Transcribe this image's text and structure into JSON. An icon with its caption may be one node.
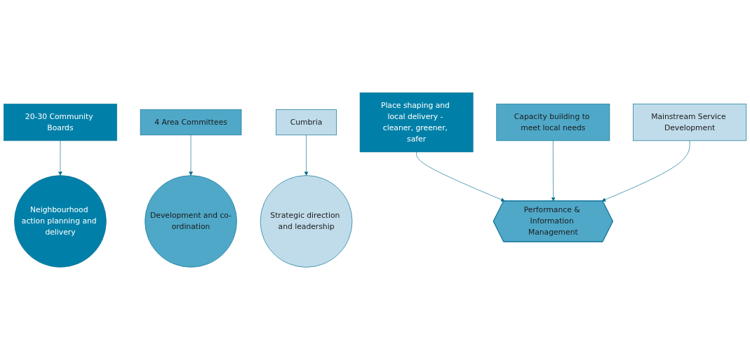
{
  "diagram": {
    "nodes": [
      {
        "text": [
          "20-30 Community Boards"
        ]
      },
      {
        "text": [
          "4 Area Committees"
        ]
      },
      {
        "text": [
          "Cumbria"
        ]
      },
      {
        "text": [
          "Neighbourhood action planning and delivery"
        ]
      },
      {
        "text": [
          "Development and co-ordination"
        ]
      },
      {
        "text": [
          "Strategic direction and leadership"
        ]
      },
      {
        "text": [
          "Performance & Information Management"
        ]
      },
      {
        "text": [
          "Place shaping and local delivery - cleaner, greener, safer"
        ]
      },
      {
        "text": [
          "Capacity building to meet local needs"
        ]
      },
      {
        "text": [
          "Mainstream Service Development"
        ]
      }
    ],
    "edges": [
      {
        "from": 0,
        "to": 3,
        "arrow": "to"
      },
      {
        "from": 1,
        "to": 4,
        "arrow": "to"
      },
      {
        "from": 2,
        "to": 5,
        "arrow": "to"
      },
      {
        "from": 7,
        "to": 6,
        "arrow": "to"
      },
      {
        "from": 8,
        "to": 6,
        "arrow": "to"
      },
      {
        "from": 9,
        "to": 6,
        "arrow": "to"
      }
    ]
  }
}
